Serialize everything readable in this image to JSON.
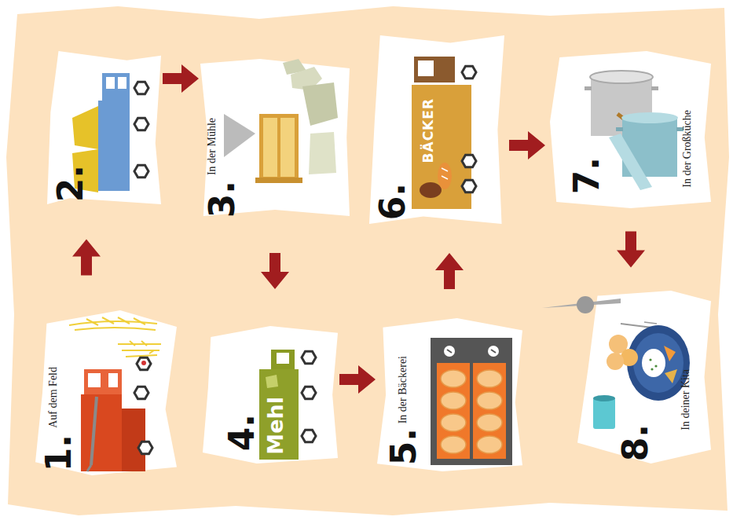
{
  "diagram": {
    "nodes": [
      {
        "text": [
          "1.",
          "Auf dem Feld"
        ]
      },
      {
        "text": [
          "2."
        ]
      },
      {
        "text": [
          "3.",
          "In der Mühle"
        ]
      },
      {
        "text": [
          "4.",
          "Mehl"
        ]
      },
      {
        "text": [
          "5.",
          "In der Bäckerei"
        ]
      },
      {
        "text": [
          "6.",
          "BÄCKER"
        ]
      },
      {
        "text": [
          "7.",
          "In der Großküche"
        ]
      },
      {
        "text": [
          "8.",
          "In deiner Kita"
        ]
      }
    ],
    "edges": [
      {
        "from": 0,
        "to": 1,
        "arrow": "to"
      },
      {
        "from": 1,
        "to": 2,
        "arrow": "to"
      },
      {
        "from": 2,
        "to": 3,
        "arrow": "to"
      },
      {
        "from": 3,
        "to": 4,
        "arrow": "to"
      },
      {
        "from": 4,
        "to": 5,
        "arrow": "to"
      },
      {
        "from": 5,
        "to": 6,
        "arrow": "to"
      },
      {
        "from": 6,
        "to": 7,
        "arrow": "to"
      }
    ]
  }
}
